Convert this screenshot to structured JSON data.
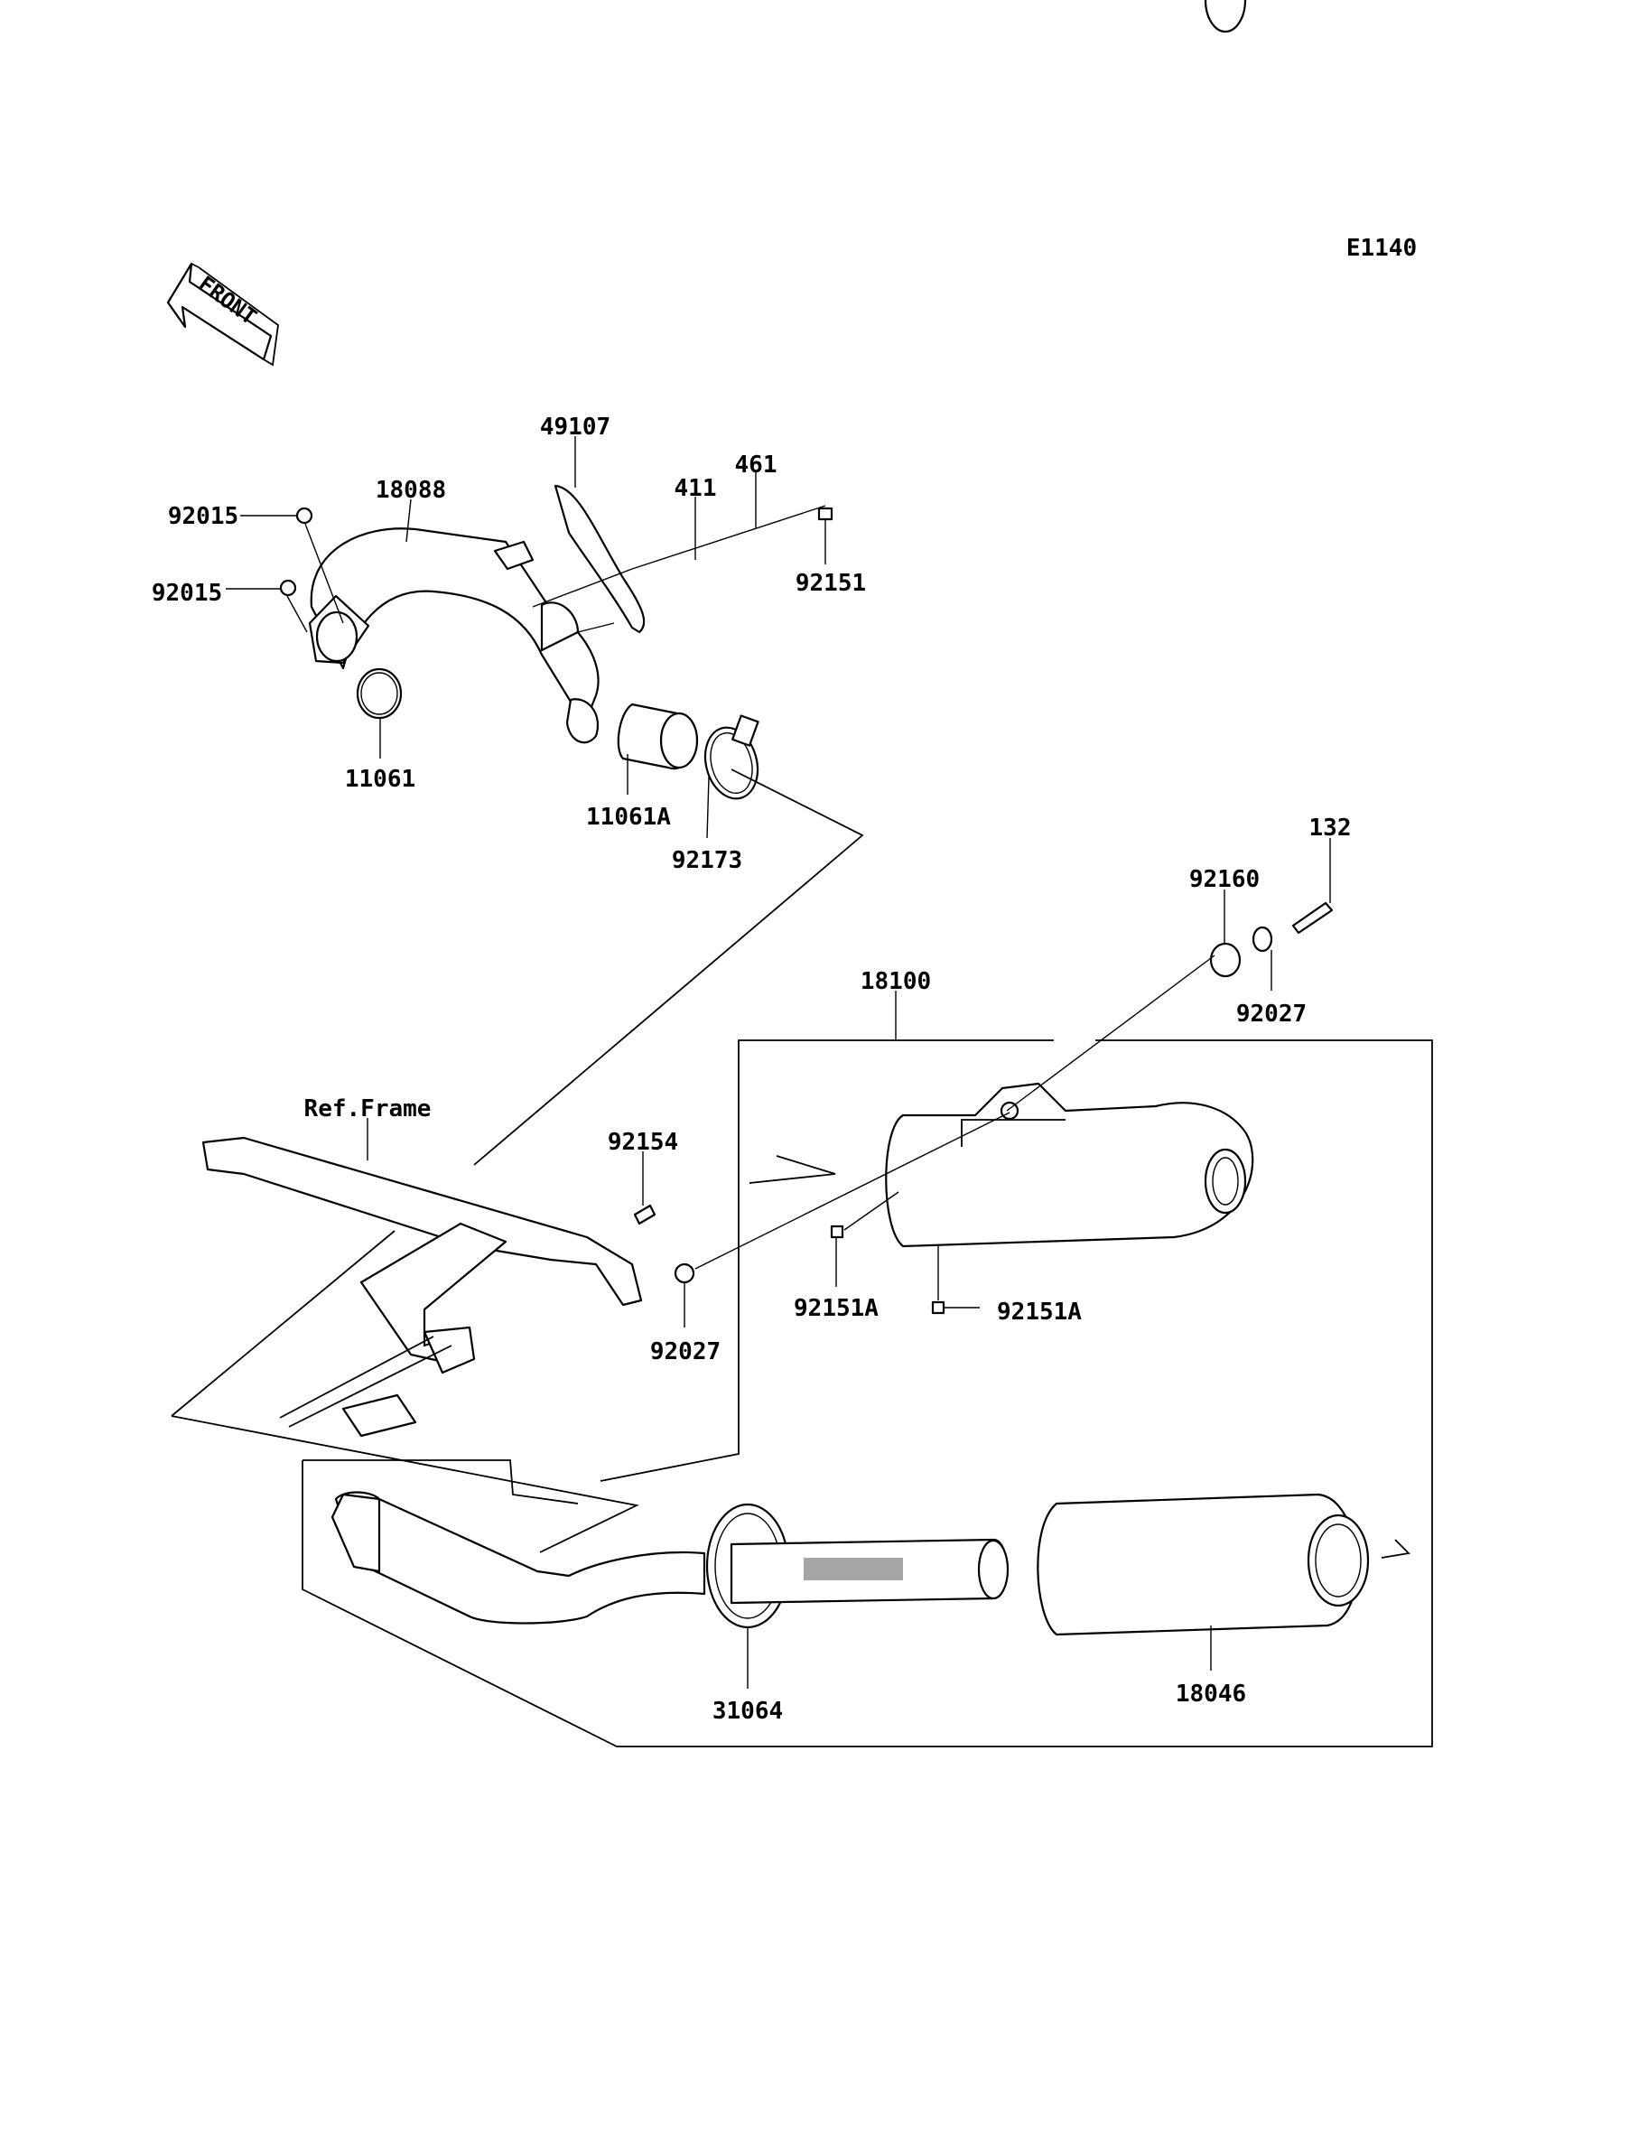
{
  "diagram": {
    "code": "E1140",
    "front_arrow_label": "FRONT",
    "labels": {
      "p49107": "49107",
      "p411": "411",
      "p461": "461",
      "p18088": "18088",
      "p92015a": "92015",
      "p92015b": "92015",
      "p92151": "92151",
      "p11061": "11061",
      "p11061A": "11061A",
      "p92173": "92173",
      "p132": "132",
      "p92160": "92160",
      "p18100": "18100",
      "p92027a": "92027",
      "ref_frame": "Ref.Frame",
      "p92154": "92154",
      "p92151Aa": "92151A",
      "p92151Ab": "92151A",
      "p92027b": "92027",
      "p31064": "31064",
      "p18046": "18046"
    }
  }
}
